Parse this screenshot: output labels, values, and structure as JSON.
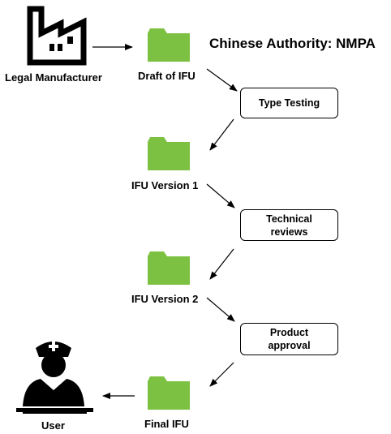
{
  "authority_title": "Chinese Authority: NMPA",
  "actors": {
    "manufacturer": {
      "label": "Legal Manufacturer",
      "icon": "factory-icon"
    },
    "user": {
      "label": "User",
      "icon": "nurse-icon"
    }
  },
  "documents": {
    "draft": {
      "label": "Draft of IFU",
      "icon": "folder-icon"
    },
    "version1": {
      "label": "IFU Version 1",
      "icon": "folder-icon"
    },
    "version2": {
      "label": "IFU Version 2",
      "icon": "folder-icon"
    },
    "final": {
      "label": "Final IFU",
      "icon": "folder-icon"
    }
  },
  "steps": {
    "type_testing": "Type Testing",
    "technical_reviews": "Technical reviews",
    "product_approval": "Product approval"
  },
  "colors": {
    "folder": "#7dc142",
    "stroke": "#000000",
    "background": "#ffffff"
  }
}
